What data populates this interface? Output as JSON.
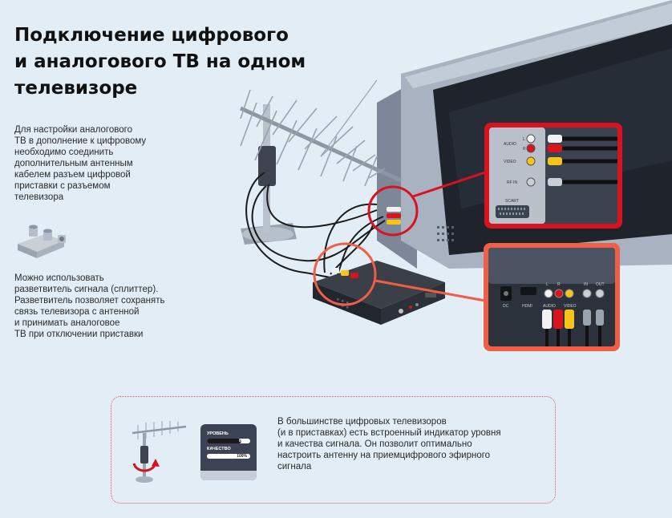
{
  "title": {
    "lines": [
      "Подключение цифрового",
      "и аналогового ТВ на одном",
      "телевизоре"
    ]
  },
  "paragraph_1": {
    "lines": [
      "Для настройки аналогового",
      "ТВ в дополнение к цифровому",
      "необходимо  соединить",
      "дополнительным антенным",
      "кабелем разъем цифровой",
      "приставки с разъемом",
      "телевизора"
    ]
  },
  "paragraph_2": {
    "lines": [
      "Можно использовать",
      "разветвитель сигнала (сплиттер).",
      "Разветвитель позволяет сохранять",
      "связь телевизора с антенной",
      "и принимать аналоговое",
      "ТВ при отключении приставки"
    ]
  },
  "info": {
    "lines": [
      "В большинстве цифровых телевизоров",
      "(и в приставках) есть встроенный индикатор уровня",
      "и качества сигнала. Он позволит оптимально",
      "настроить антенну на приемцифрового эфирного",
      "сигнала"
    ]
  },
  "meter": {
    "level_label": "УРОВЕНЬ",
    "level_value": "80%",
    "level_fraction": 0.8,
    "quality_label": "КАЧЕСТВО",
    "quality_value": "100%",
    "quality_fraction": 1.0
  },
  "tv_panel": {
    "audio_label": "AUDIO",
    "l_label": "L",
    "r_label": "R",
    "video_label": "VIDEO",
    "rfin_label": "RF IN",
    "scart_label": "SCART"
  },
  "box_panel": {
    "dc_label": "DC",
    "hdmi_label": "HDMI",
    "l_label": "L",
    "r_label": "R",
    "audio_label": "AUDIO",
    "video_label": "VIDEO",
    "in_label": "IN",
    "out_label": "OUT"
  },
  "colors": {
    "accent_red": "#d8121e",
    "coral": "#f05f45",
    "background": "#e2edf5",
    "rca_red": "#d9141c",
    "rca_yellow": "#f7c51a",
    "rca_white": "#f2f2f2"
  }
}
